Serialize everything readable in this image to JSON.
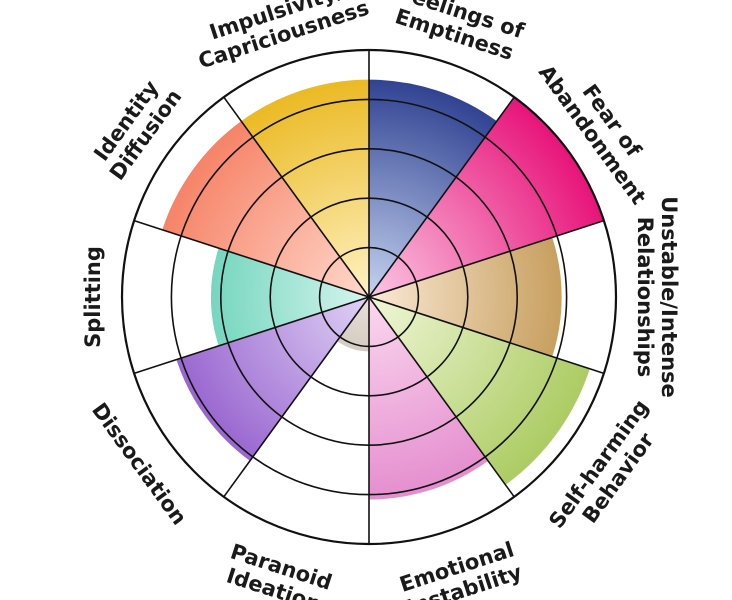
{
  "chart_data": {
    "type": "polar-area",
    "title": "",
    "ring_count": 5,
    "rmax": 5,
    "categories": [
      {
        "lines": [
          "Feelings of",
          "Emptiness"
        ],
        "value": 4.4,
        "colors": [
          "#c5d3ef",
          "#1d2f86"
        ]
      },
      {
        "lines": [
          "Fear of",
          "Abandonment"
        ],
        "value": 5.0,
        "colors": [
          "#fbc7e3",
          "#e8147a"
        ]
      },
      {
        "lines": [
          "Unstable/Intense",
          "Relationships"
        ],
        "value": 3.9,
        "colors": [
          "#fbead6",
          "#b98a3e"
        ]
      },
      {
        "lines": [
          "Self-harming",
          "Behavior"
        ],
        "value": 4.7,
        "colors": [
          "#f0f7d8",
          "#a8c95c"
        ]
      },
      {
        "lines": [
          "Emotional",
          "Instability"
        ],
        "value": 4.1,
        "colors": [
          "#fbd8ef",
          "#e07ec8"
        ]
      },
      {
        "lines": [
          "Paranoid",
          "Ideation"
        ],
        "value": 1.0,
        "colors": [
          "#ffffff",
          "#ffffff"
        ]
      },
      {
        "lines": [
          "Dissociation"
        ],
        "value": 4.1,
        "colors": [
          "#e0d2f5",
          "#8a4fc8"
        ]
      },
      {
        "lines": [
          "Splitting"
        ],
        "value": 3.2,
        "colors": [
          "#d6f5ee",
          "#40c5a5"
        ]
      },
      {
        "lines": [
          "Identity",
          "Diffusion"
        ],
        "value": 4.4,
        "colors": [
          "#ffd8cc",
          "#f5785a"
        ]
      },
      {
        "lines": [
          "Impulsivity/",
          "Capriciousness"
        ],
        "value": 4.4,
        "colors": [
          "#fff2c4",
          "#e8b20e"
        ]
      }
    ],
    "center_wedge": {
      "from_index": 5,
      "to_index": 6,
      "value": 1.1,
      "colors": [
        "#e9e2da",
        "#8b7d6d"
      ]
    }
  }
}
